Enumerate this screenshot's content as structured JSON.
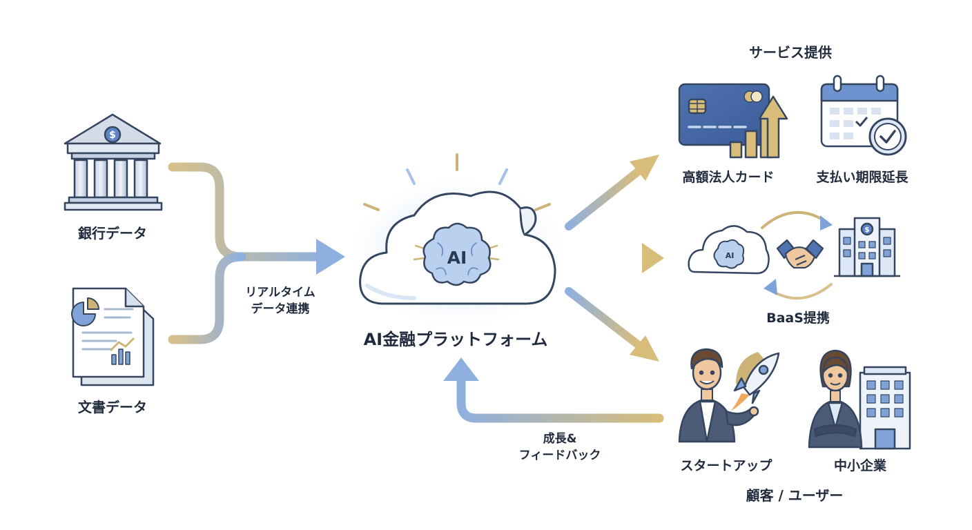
{
  "inputs": {
    "bank": {
      "label": "銀行データ",
      "icon": "bank-icon"
    },
    "documents": {
      "label": "文書データ",
      "icon": "document-icon"
    }
  },
  "connectors": {
    "realtime": {
      "line1": "リアルタイム",
      "line2": "データ連携"
    },
    "feedback": {
      "line1": "成長&",
      "line2": "フィードバック"
    }
  },
  "platform": {
    "label": "AI金融プラットフォーム",
    "badge": "AI",
    "icon": "ai-cloud-icon"
  },
  "services": {
    "title": "サービス提供",
    "items": [
      {
        "label": "高額法人カード",
        "icon": "credit-card-growth-icon"
      },
      {
        "label": "支払い期限延長",
        "icon": "calendar-clock-icon"
      }
    ]
  },
  "baas": {
    "label": "BaaS提携",
    "badge": "AI",
    "icon": "handshake-icon"
  },
  "customers": {
    "title": "顧客 / ユーザー",
    "items": [
      {
        "label": "スタートアップ",
        "icon": "startup-person-rocket-icon"
      },
      {
        "label": "中小企業",
        "icon": "sme-person-building-icon"
      }
    ]
  },
  "colors": {
    "blue": "#7fa3d9",
    "gold": "#cdb376",
    "outline": "#34455f",
    "text": "#1f2a3c"
  }
}
